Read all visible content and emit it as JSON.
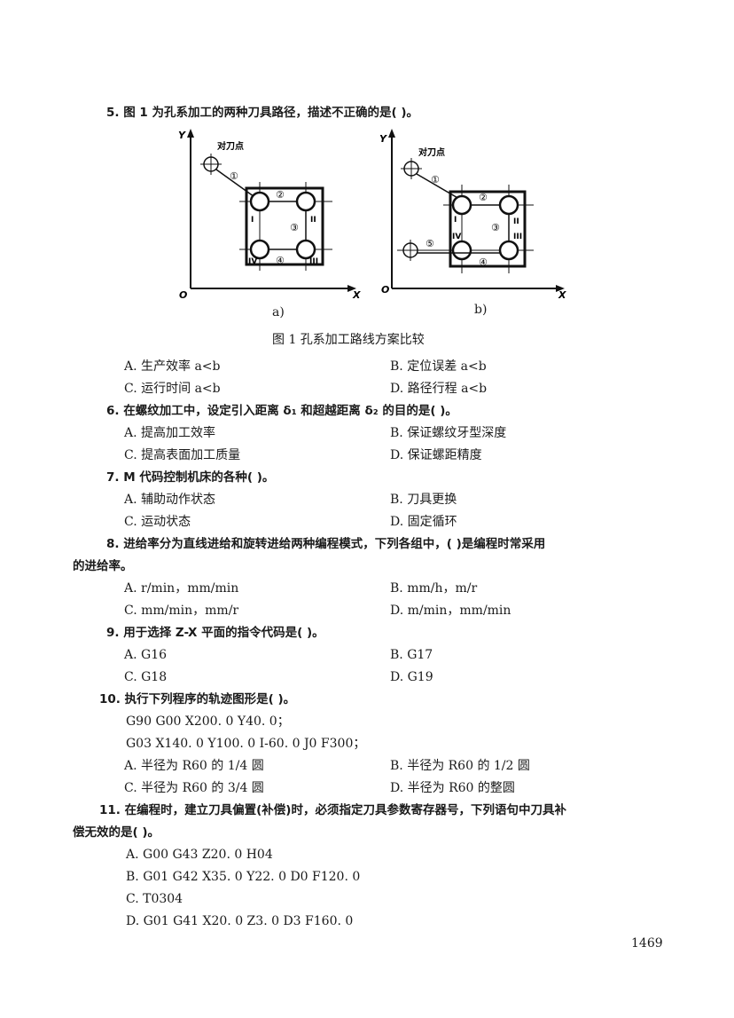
{
  "q5": {
    "stem": "5. 图 1 为孔系加工的两种刀具路径，描述不正确的是(      )。",
    "fig": {
      "a_title": "对刀点",
      "b_title": "对刀点",
      "axis_y": "Y",
      "axis_x": "X",
      "origin": "O",
      "mark1": "①",
      "mark2": "②",
      "mark3": "③",
      "mark4": "④",
      "mark5": "⑤",
      "r1": "I",
      "r2": "II",
      "r3": "III",
      "r4": "IV",
      "sub_a": "a)",
      "sub_b": "b)",
      "caption": "图 1    孔系加工路线方案比较"
    },
    "A": "A. 生产效率 a<b",
    "B": "B. 定位误差 a<b",
    "C": "C. 运行时间 a<b",
    "D": "D. 路径行程 a<b"
  },
  "q6": {
    "stem": "6. 在螺纹加工中，设定引入距离 δ₁ 和超越距离 δ₂ 的目的是(      )。",
    "A": "A. 提高加工效率",
    "B": "B. 保证螺纹牙型深度",
    "C": "C. 提高表面加工质量",
    "D": "D. 保证螺距精度"
  },
  "q7": {
    "stem": "7. M 代码控制机床的各种(      )。",
    "A": "A. 辅助动作状态",
    "B": "B. 刀具更换",
    "C": "C. 运动状态",
    "D": "D. 固定循环"
  },
  "q8": {
    "stem1": "8. 进给率分为直线进给和旋转进给两种编程模式，下列各组中，(      )是编程时常采用",
    "stem2": "的进给率。",
    "A": "A. r/min，mm/min",
    "B": "B. mm/h，m/r",
    "C": "C. mm/min，mm/r",
    "D": "D. m/min，mm/min"
  },
  "q9": {
    "stem": "9. 用于选择 Z-X 平面的指令代码是(      )。",
    "A": "A. G16",
    "B": "B. G17",
    "C": "C. G18",
    "D": "D. G19"
  },
  "q10": {
    "stem": "10. 执行下列程序的轨迹图形是(      )。",
    "code1": "G90 G00 X200. 0 Y40. 0；",
    "code2": "G03 X140. 0 Y100. 0 I-60. 0 J0 F300；",
    "A": "A. 半径为 R60 的 1/4 圆",
    "B": "B. 半径为 R60 的 1/2 圆",
    "C": "C. 半径为 R60 的 3/4 圆",
    "D": "D. 半径为 R60 的整圆"
  },
  "q11": {
    "stem1": "11. 在编程时，建立刀具偏置(补偿)时，必须指定刀具参数寄存器号，下列语句中刀具补",
    "stem2": "偿无效的是(      )。",
    "A": "A. G00 G43 Z20. 0 H04",
    "B": "B. G01 G42 X35. 0 Y22. 0 D0 F120. 0",
    "C": "C. T0304",
    "D": "D. G01 G41 X20. 0 Z3. 0 D3 F160. 0"
  },
  "page_number": "1469"
}
